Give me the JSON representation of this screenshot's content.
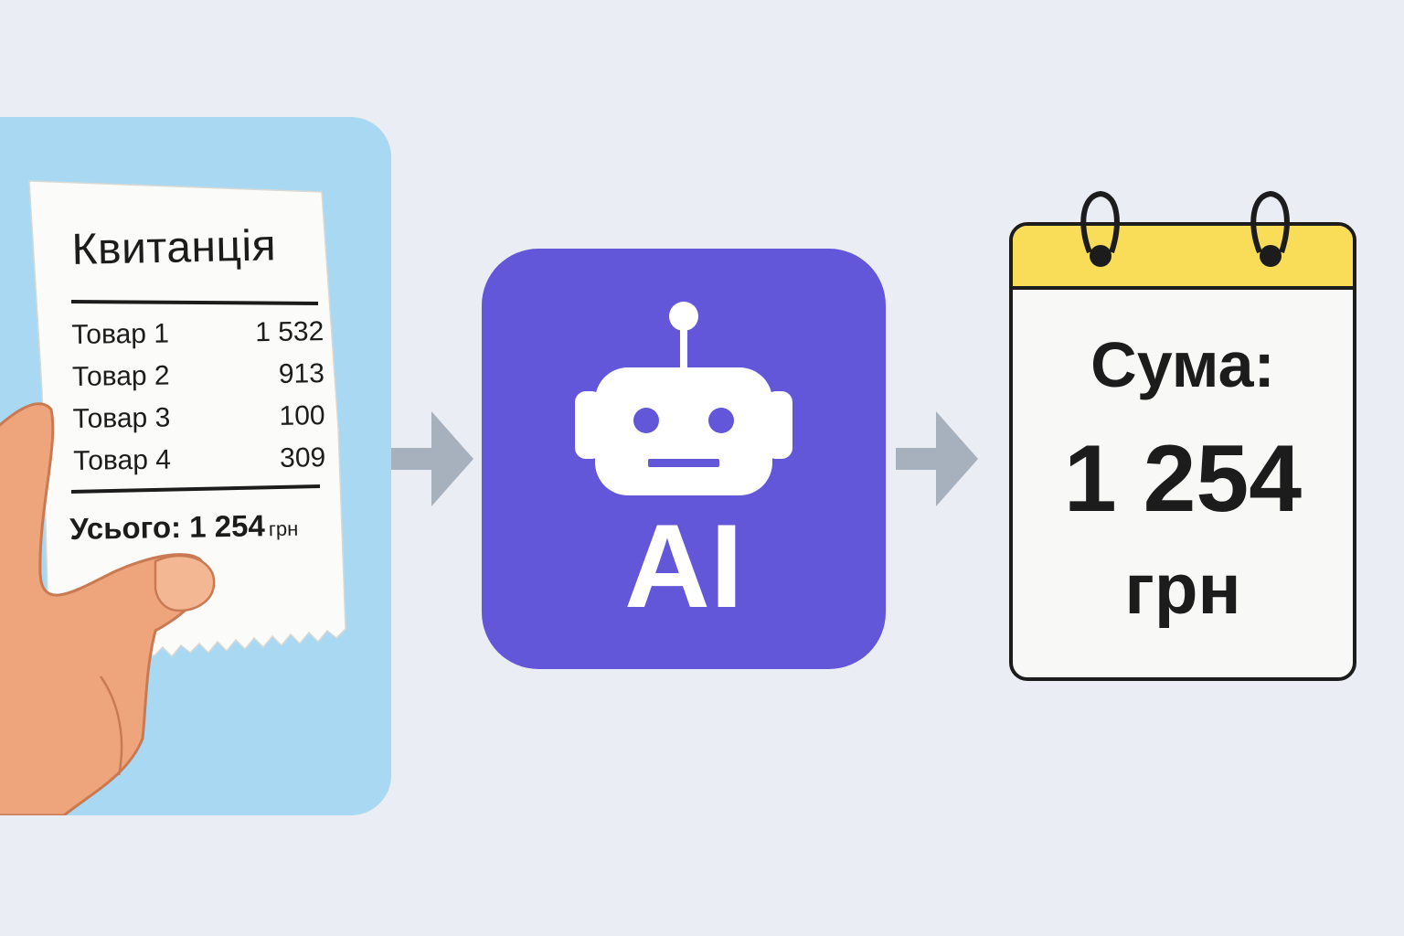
{
  "receipt": {
    "title": "Квитанція",
    "items": [
      {
        "label": "Товар 1",
        "value": "1 532"
      },
      {
        "label": "Товар 2",
        "value": "913"
      },
      {
        "label": "Товар 3",
        "value": "100"
      },
      {
        "label": "Товар 4",
        "value": "309"
      }
    ],
    "total_label": "Усього:",
    "total_value": "1 254",
    "total_currency": "грн"
  },
  "ai": {
    "label": "AI",
    "icon": "robot-icon"
  },
  "calendar": {
    "label": "Сума:",
    "amount": "1 254",
    "currency": "грн"
  },
  "colors": {
    "background": "#eaedf3",
    "receipt_panel": "#a8d8f2",
    "ai_tile": "#6357d9",
    "calendar_header": "#f9dd58",
    "arrow": "#a7b1be"
  }
}
